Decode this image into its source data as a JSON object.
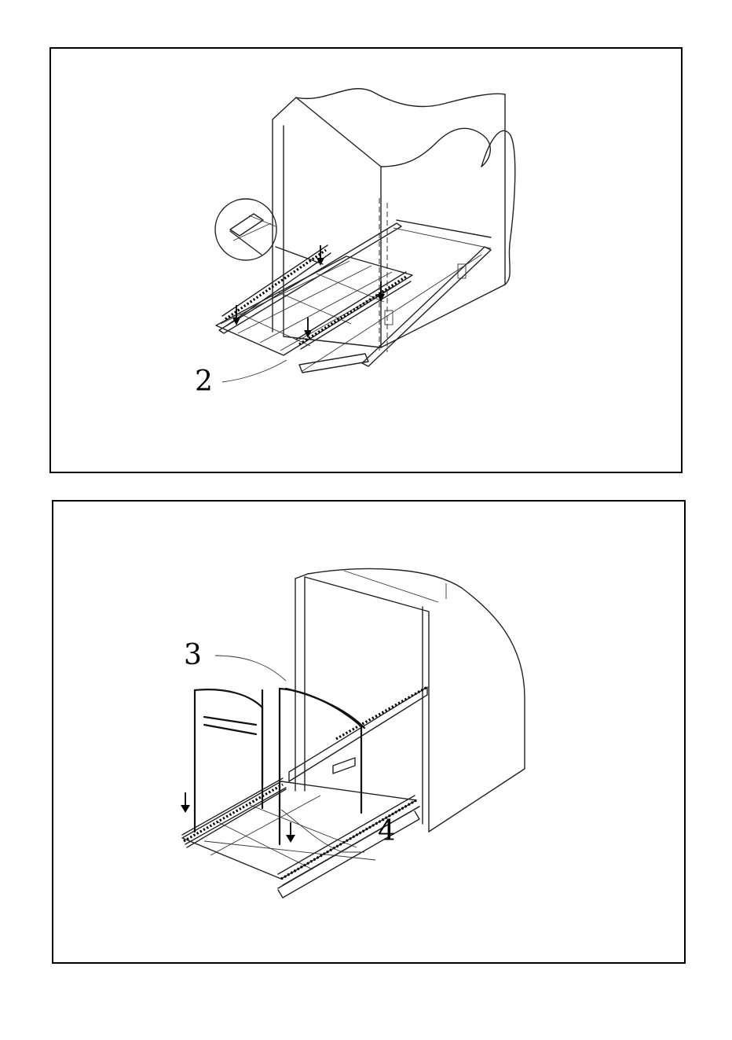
{
  "figure_1": {
    "callouts": [
      {
        "id": "label-2",
        "text": "2"
      }
    ]
  },
  "figure_2": {
    "callouts": [
      {
        "id": "label-3",
        "text": "3"
      },
      {
        "id": "label-4",
        "text": "4"
      }
    ]
  },
  "colors": {
    "line": "#222222",
    "border": "#000000",
    "background": "#ffffff"
  }
}
